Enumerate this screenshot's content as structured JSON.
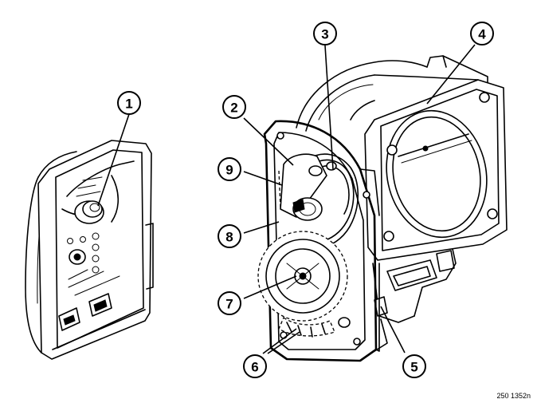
{
  "callouts": [
    {
      "number": "1"
    },
    {
      "number": "2"
    },
    {
      "number": "3"
    },
    {
      "number": "4"
    },
    {
      "number": "5"
    },
    {
      "number": "6"
    },
    {
      "number": "7"
    },
    {
      "number": "8"
    },
    {
      "number": "9"
    }
  ],
  "reference_code": "250 1352n"
}
